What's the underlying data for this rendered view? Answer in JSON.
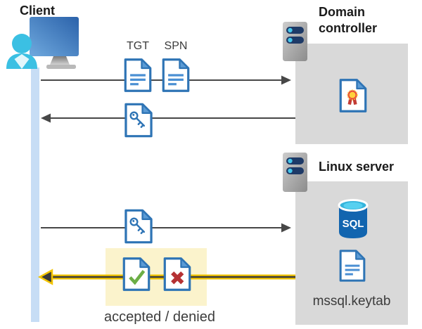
{
  "client": {
    "title": "Client"
  },
  "domain_controller": {
    "title": "Domain controller"
  },
  "linux_server": {
    "title": "Linux server",
    "database_label": "SQL",
    "keytab_label": "mssql.keytab"
  },
  "messages": {
    "ticket_labels": {
      "tgt": "TGT",
      "spn": "SPN"
    },
    "result_label": "accepted / denied"
  },
  "icons": {
    "client": "client-workstation-icon",
    "domain_controller": "server-icon",
    "linux_server": "server-icon",
    "request_documents": "document-icon",
    "ticket": "key-document-icon",
    "certificate": "certificate-document-icon",
    "database": "sql-database-icon",
    "accepted": "accepted-document-icon",
    "denied": "denied-document-icon",
    "keytab_file": "document-icon"
  },
  "colors": {
    "doc_blue": "#2E74B5",
    "doc_fold": "#5B9BD5",
    "doc_line_blue": "#4A8FD3",
    "arrow_gray": "#474747",
    "lifeline_blue": "#C7DDF5",
    "panel_gray": "#D9D9D9",
    "highlight_yellow": "#FBF3CC",
    "accent_yellow": "#F2C400",
    "accepted_green": "#6CAE45",
    "denied_red": "#B53133",
    "sql_body_blue": "#1265AF",
    "cyan": "#3BC0E3",
    "text_dark": "#1A1A1A",
    "label_gray": "#3C3C3C"
  }
}
